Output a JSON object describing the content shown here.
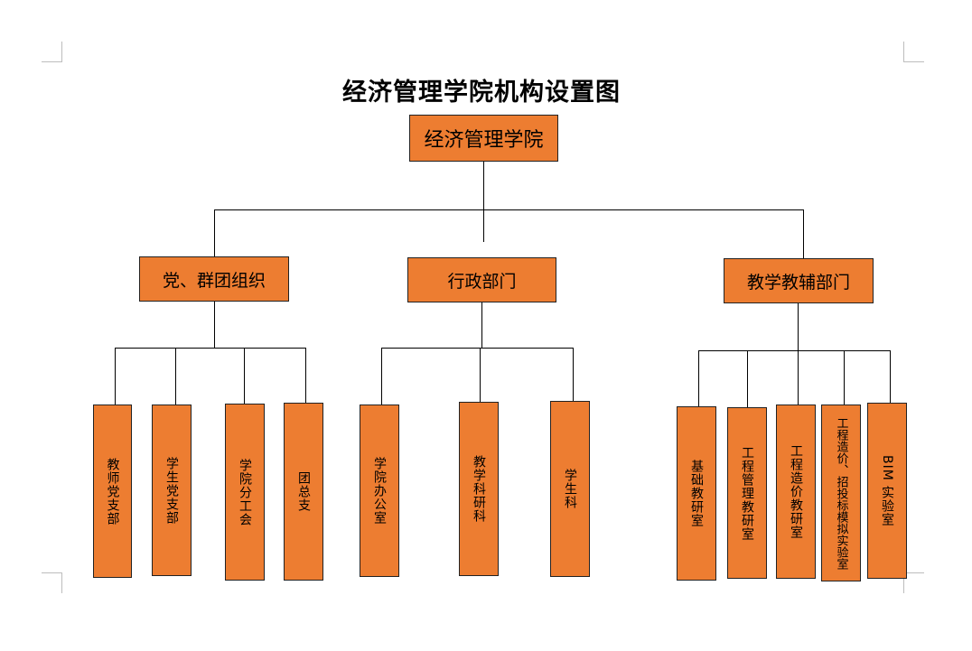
{
  "title": "经济管理学院机构设置图",
  "root": {
    "label": "经济管理学院"
  },
  "branches": [
    {
      "label": "党、群团组织",
      "children": [
        "教师党支部",
        "学生党支部",
        "学院分工会",
        "团总支"
      ]
    },
    {
      "label": "行政部门",
      "children": [
        "学院办公室",
        "教学科研科",
        "学生科"
      ]
    },
    {
      "label": "教学教辅部门",
      "children": [
        "基础教研室",
        "工程管理教研室",
        "工程造价教研室",
        "工程造价、招投标模拟实验室",
        "BIM 实验室"
      ]
    }
  ],
  "colors": {
    "box_fill": "#ED7D31",
    "line": "#000000"
  }
}
